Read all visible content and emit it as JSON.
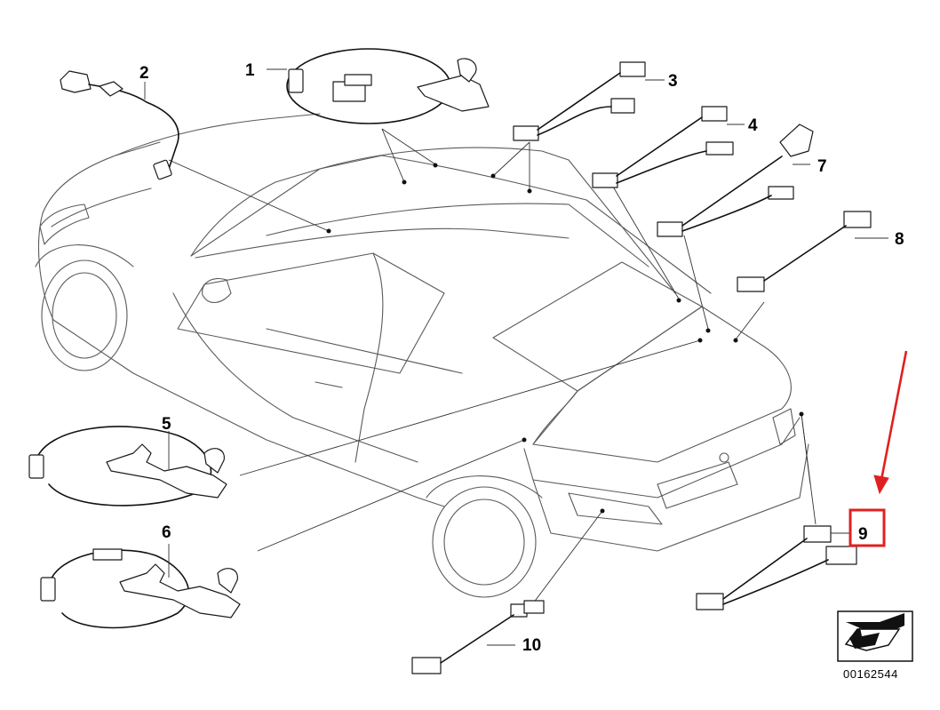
{
  "diagram": {
    "callouts": [
      {
        "id": "1",
        "label": "1"
      },
      {
        "id": "2",
        "label": "2"
      },
      {
        "id": "3",
        "label": "3"
      },
      {
        "id": "4",
        "label": "4"
      },
      {
        "id": "5",
        "label": "5"
      },
      {
        "id": "6",
        "label": "6"
      },
      {
        "id": "7",
        "label": "7"
      },
      {
        "id": "8",
        "label": "8"
      },
      {
        "id": "9",
        "label": "9"
      },
      {
        "id": "10",
        "label": "10"
      }
    ],
    "diagram_code": "00162544",
    "highlight": {
      "callout": "9",
      "color": "#e02020"
    },
    "colors": {
      "line": "#111111",
      "car_outline": "#5a5a5a",
      "highlight": "#e02020"
    }
  }
}
